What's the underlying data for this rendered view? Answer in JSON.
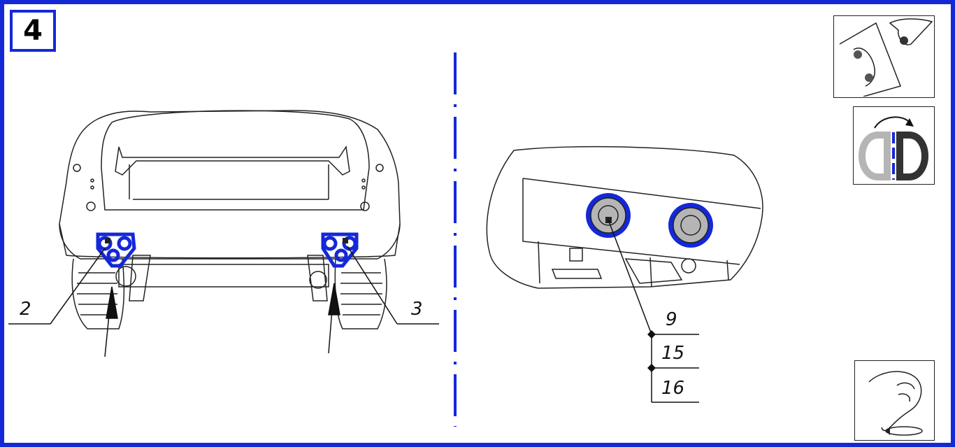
{
  "step": {
    "number": "4"
  },
  "callouts": {
    "left": "2",
    "right": "3",
    "detail_top": "9",
    "detail_mid": "15",
    "detail_bottom": "16"
  },
  "icons": {
    "vehicle_lift": "car-on-lift-icon",
    "mirror_install": "mirror-symmetric-icon",
    "hand_tighten": "hand-tighten-icon"
  },
  "colors": {
    "accent": "#1428d8",
    "line": "#222222",
    "fill_gray": "#b5b5b5"
  }
}
